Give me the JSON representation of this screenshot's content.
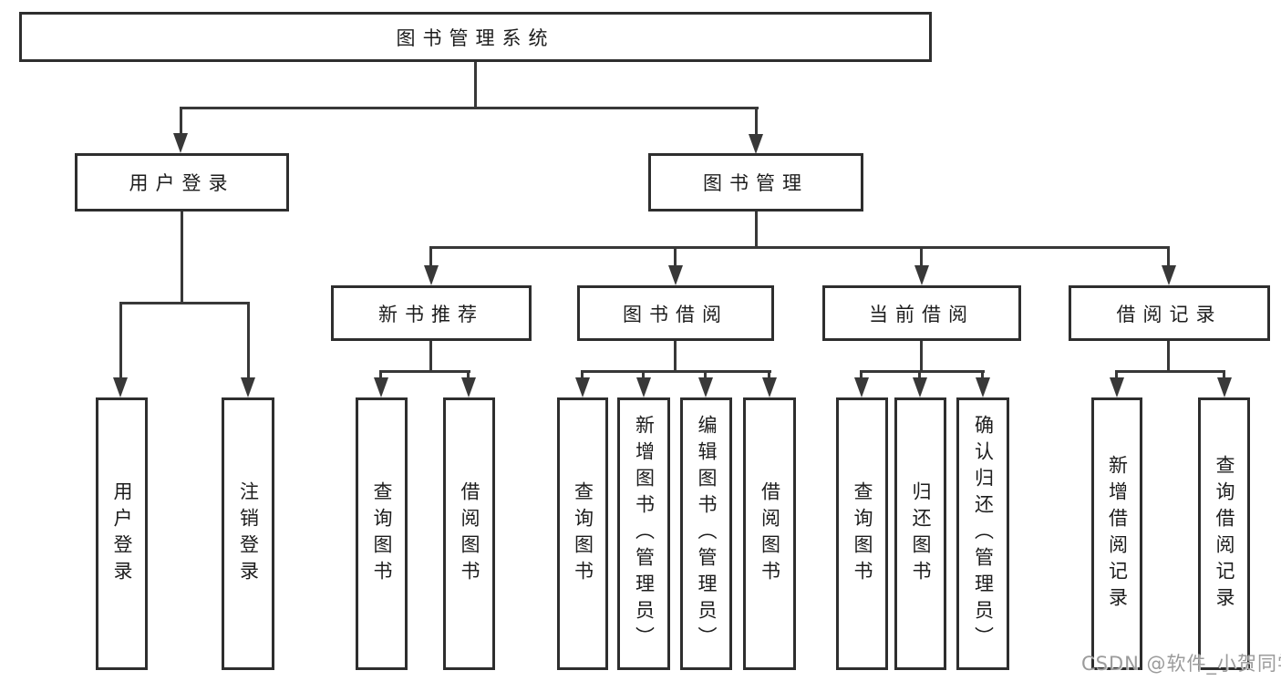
{
  "tree": {
    "label": "图书管理系统",
    "children": [
      {
        "label": "用户登录",
        "children": [
          {
            "label": "用户登录"
          },
          {
            "label": "注销登录"
          }
        ]
      },
      {
        "label": "图书管理",
        "children": [
          {
            "label": "新书推荐",
            "children": [
              {
                "label": "查询图书"
              },
              {
                "label": "借阅图书"
              }
            ]
          },
          {
            "label": "图书借阅",
            "children": [
              {
                "label": "查询图书"
              },
              {
                "label": "新增图书（管理员）"
              },
              {
                "label": "编辑图书（管理员）"
              },
              {
                "label": "借阅图书"
              }
            ]
          },
          {
            "label": "当前借阅",
            "children": [
              {
                "label": "查询图书"
              },
              {
                "label": "归还图书"
              },
              {
                "label": "确认归还（管理员）"
              }
            ]
          },
          {
            "label": "借阅记录",
            "children": [
              {
                "label": "新增借阅记录"
              },
              {
                "label": "查询借阅记录"
              }
            ]
          }
        ]
      }
    ]
  },
  "watermark": {
    "text": "CSDN @软件_小贺同学"
  },
  "colors": {
    "line": "#383838",
    "box_border": "#2e2e2e",
    "text": "#1d1d1d",
    "watermark": "#9b9b9b",
    "background": "#ffffff"
  }
}
